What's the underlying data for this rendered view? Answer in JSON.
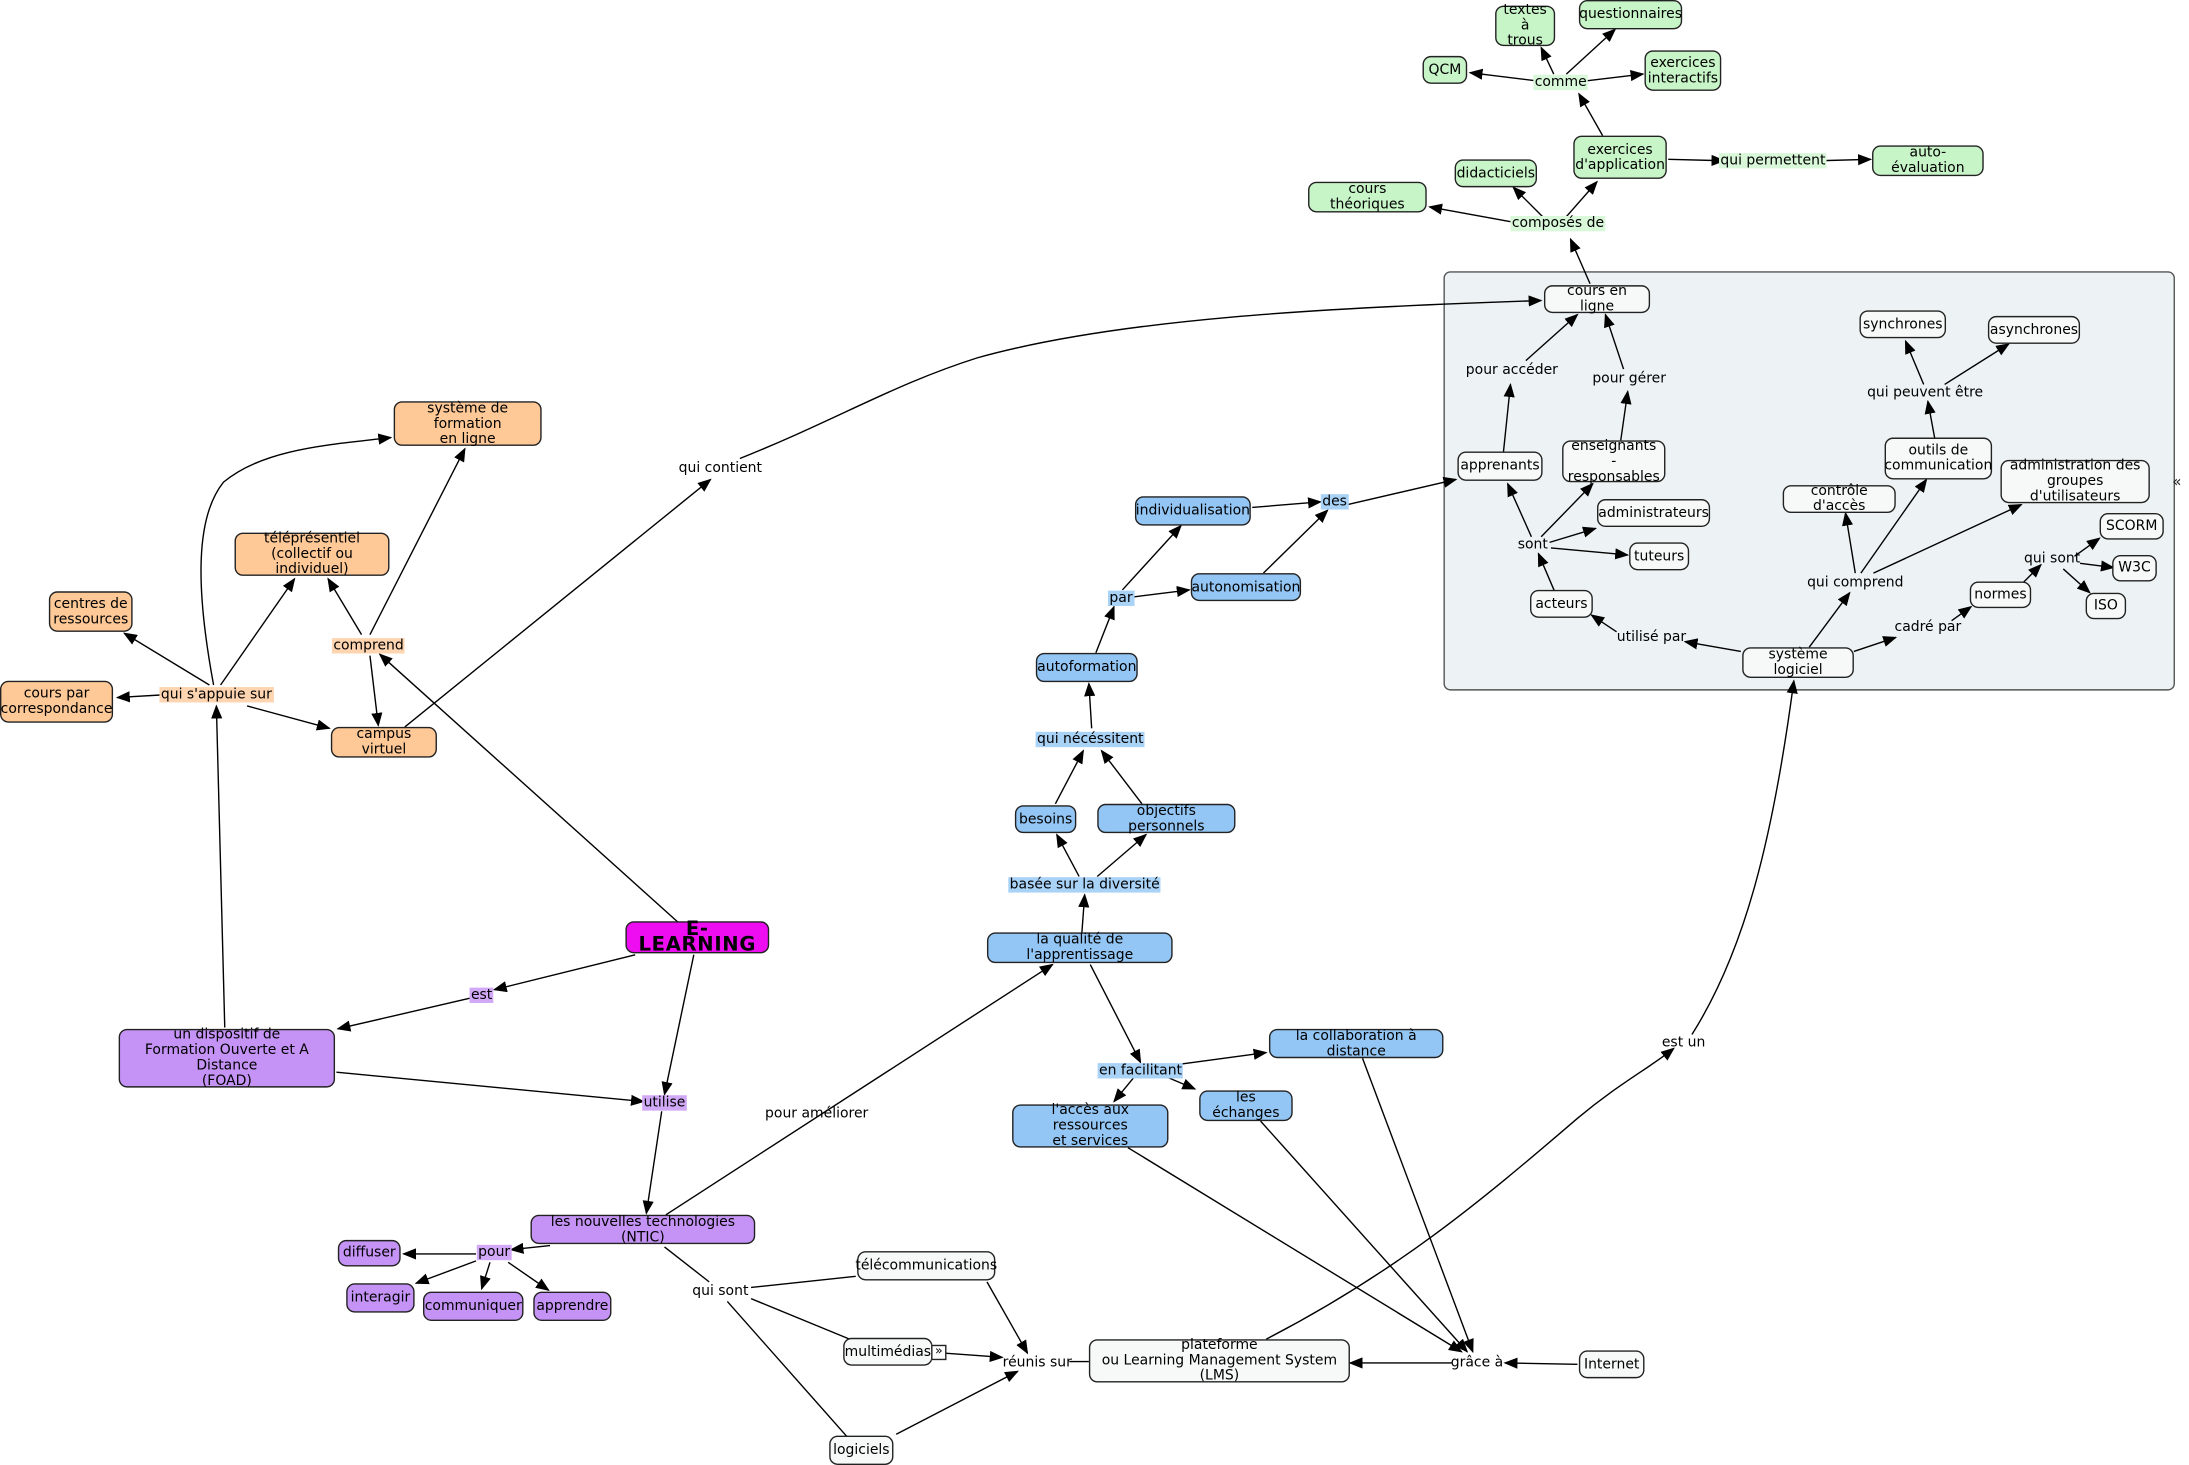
{
  "concept_map": {
    "root": "E-LEARNING",
    "nodes": {
      "cours_en_ligne": "cours en ligne",
      "composes_de": "composés de",
      "cours_theoriques": "cours théoriques",
      "didacticiels": "didacticiels",
      "exercices_application": "exercices\nd'application",
      "qui_permettent": "qui permettent",
      "auto_evaluation": "auto-évaluation",
      "comme": "comme",
      "qcm": "QCM",
      "textes_a_trous": "textes\nà trous",
      "questionnaires": "questionnaires",
      "exercices_interactifs": "exercices\ninteractifs",
      "pour_acceder": "pour accéder",
      "pour_gerer": "pour gérer",
      "apprenants": "apprenants",
      "enseignants": "enseignants -\nresponsables",
      "administrateurs": "administrateurs",
      "tuteurs": "tuteurs",
      "sont": "sont",
      "acteurs": "acteurs",
      "utilise_par": "utilisé par",
      "systeme_logiciel": "système logiciel",
      "qui_comprend": "qui comprend",
      "controle_acces": "contrôle d'accès",
      "outils_communication": "outils de\ncommunication",
      "administration_groupes": "administration des\ngroupes d'utilisateurs",
      "qui_peuvent_etre": "qui peuvent être",
      "synchrones": "synchrones",
      "asynchrones": "asynchrones",
      "cadre_par": "cadré par",
      "normes": "normes",
      "qui_sont_normes": "qui sont",
      "scorm": "SCORM",
      "w3c": "W3C",
      "iso": "ISO",
      "des": "des",
      "individualisation": "individualisation",
      "autonomisation": "autonomisation",
      "par": "par",
      "autoformation": "autoformation",
      "qui_necessitent": "qui nécéssitent",
      "besoins": "besoins",
      "objectifs_personnels": "objectifs personnels",
      "basee_sur": "basée sur la diversité",
      "qualite_apprentissage": "la qualité de l'apprentissage",
      "en_facilitant": "en facilitant",
      "collaboration": "la collaboration à distance",
      "acces_ressources": "l'accès aux ressources\net services",
      "echanges": "les échanges",
      "qui_contient": "qui contient",
      "systeme_formation": "système de formation\nen ligne",
      "telepresentiel": "téléprésentiel\n(collectif ou individuel)",
      "centres_ressources": "centres de\nressources",
      "cours_correspondance": "cours par\ncorrespondance",
      "qui_sappuie_sur": "qui s'appuie sur",
      "comprend": "comprend",
      "campus_virtuel": "campus virtuel",
      "est": "est",
      "foad": "un dispositif de\nFormation Ouverte et A Distance\n(FOAD)",
      "utilise": "utilise",
      "ntic": "les nouvelles technologies (NTIC)",
      "pour_ameliorer": "pour améliorer",
      "pour": "pour",
      "diffuser": "diffuser",
      "interagir": "interagir",
      "communiquer": "communiquer",
      "apprendre": "apprendre",
      "qui_sont": "qui sont",
      "telecommunications": "télécommunications",
      "multimedias": "multimédias",
      "logiciels": "logiciels",
      "reunis_sur": "réunis sur",
      "plateforme": "plateforme\nou Learning Management System (LMS)",
      "grace_a": "grâce à",
      "internet": "Internet",
      "est_un": "est un"
    },
    "group_collapse_icon": "collapse-arrows-icon",
    "expand_icon": "expand-arrows-icon",
    "colors": {
      "green": "#c8f5c8",
      "orange": "#fec897",
      "blue": "#93c6f5",
      "purple": "#c493f5",
      "root": "#ee0cf0",
      "neutral": "#f7f9f9",
      "group_bg": "#edf3f4"
    }
  }
}
